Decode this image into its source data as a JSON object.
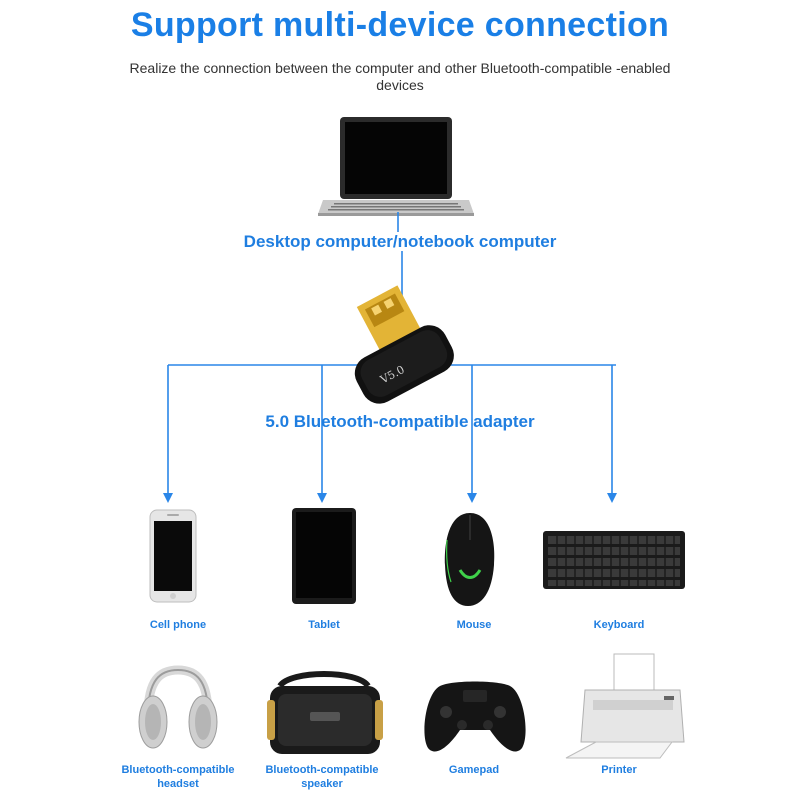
{
  "header": {
    "title": "Support multi-device connection",
    "subtitle": "Realize the connection between the computer and other Bluetooth-compatible -enabled devices"
  },
  "laptop": {
    "label": "Desktop computer/notebook computer"
  },
  "adapter": {
    "label": "5.0 Bluetooth-compatible adapter",
    "badge": "V5.0"
  },
  "devices_row1": [
    {
      "label": "Cell phone"
    },
    {
      "label": "Tablet"
    },
    {
      "label": "Mouse"
    },
    {
      "label": "Keyboard"
    }
  ],
  "devices_row2": [
    {
      "label": "Bluetooth-compatible headset"
    },
    {
      "label": "Bluetooth-compatible speaker"
    },
    {
      "label": "Gamepad"
    },
    {
      "label": "Printer"
    }
  ],
  "colors": {
    "accent": "#1f7ee0",
    "line": "#2a86e8"
  }
}
